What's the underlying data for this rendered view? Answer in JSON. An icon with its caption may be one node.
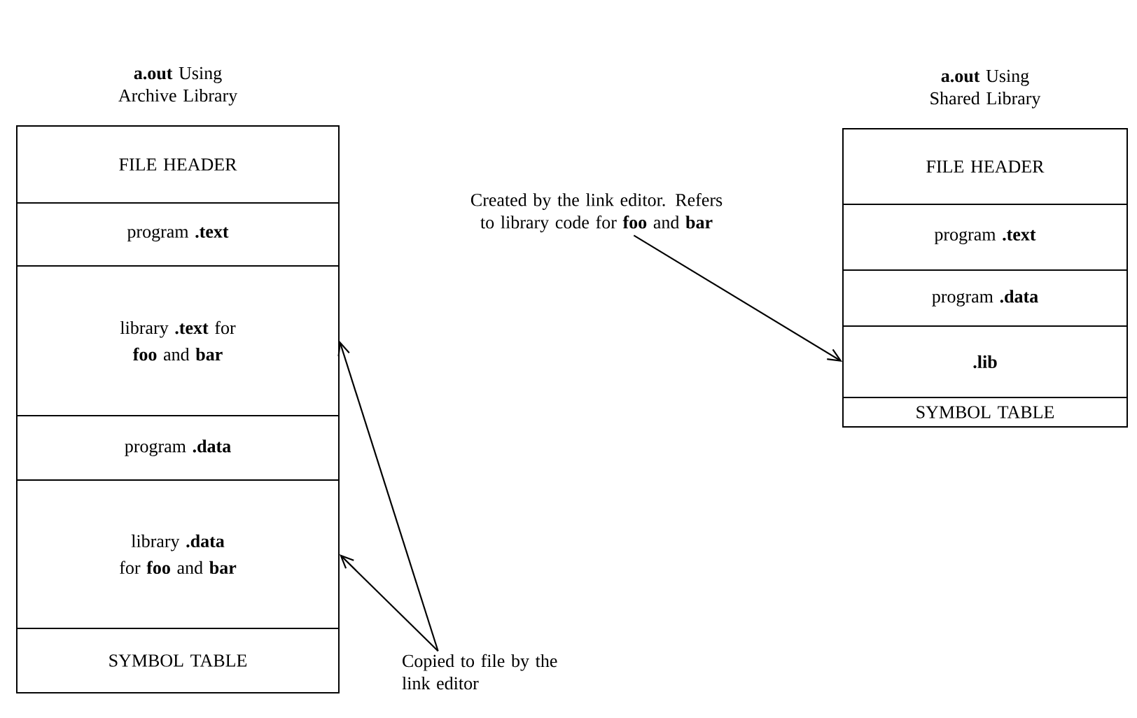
{
  "diagram": {
    "nodes": [
      {
        "text": [
          "**a.out** Using Archive Library"
        ]
      },
      {
        "text": [
          "FILE HEADER"
        ],
        "in": 0
      },
      {
        "text": [
          "program **.text**"
        ],
        "in": 0
      },
      {
        "text": [
          "library **.text** for **foo** and **bar**"
        ],
        "in": 0
      },
      {
        "text": [
          "program **.data**"
        ],
        "in": 0
      },
      {
        "text": [
          "library **.data** for **foo** and **bar**"
        ],
        "in": 0
      },
      {
        "text": [
          "SYMBOL TABLE"
        ],
        "in": 0
      },
      {
        "text": [
          "**a.out** Using Shared Library"
        ]
      },
      {
        "text": [
          "FILE HEADER"
        ],
        "in": 7
      },
      {
        "text": [
          "program **.text**"
        ],
        "in": 7
      },
      {
        "text": [
          "program **.data**"
        ],
        "in": 7
      },
      {
        "text": [
          "**.lib**"
        ],
        "in": 7
      },
      {
        "text": [
          "SYMBOL TABLE"
        ],
        "in": 7
      },
      {
        "text": [
          "Created by the link editor. Refers to library code for **foo** and **bar**"
        ]
      },
      {
        "text": [
          "Copied to file by the link editor"
        ]
      }
    ],
    "edges": [
      {
        "from": 13,
        "to": 11,
        "arrow": "to"
      },
      {
        "from": 14,
        "to": 3,
        "arrow": "to"
      },
      {
        "from": 14,
        "to": 5,
        "arrow": "to"
      }
    ]
  }
}
